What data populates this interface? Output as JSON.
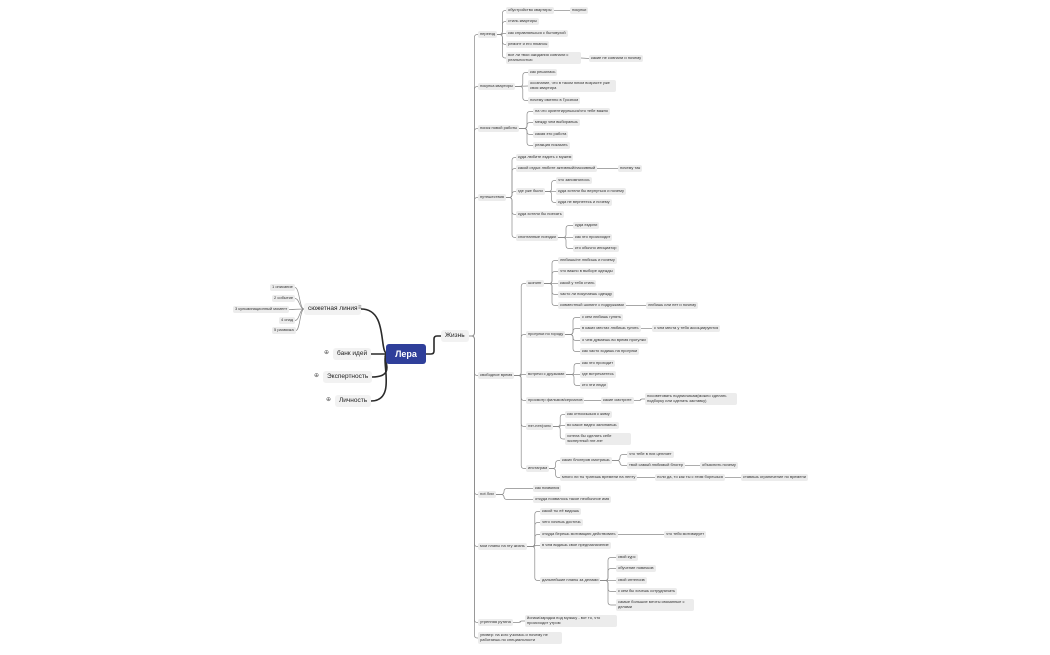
{
  "root": {
    "label": "Лера",
    "color": "#2f3f9a"
  },
  "left": {
    "story": {
      "label": "сюжетная линия",
      "children": [
        "1 описание",
        "2 событие",
        "3 кульминационный момент",
        "4 спад",
        "5 развязка"
      ]
    },
    "bank": {
      "label": "банк идей"
    },
    "expert": {
      "label": "Экспертность"
    },
    "personality": {
      "label": "Личность"
    }
  },
  "life": {
    "label": "Жизнь",
    "move": {
      "label": "переезд",
      "c1": "обустройство квартиры",
      "c1a": "покупки",
      "c2": "стиль квартиры",
      "c3": "как справляешься с бытовухой",
      "c4": "ремонт и его нюансы",
      "c5": "все ли твои ожидания совпали с реальностью",
      "c5a": "какие не совпали и почему"
    },
    "buy": {
      "label": "покупка квартиры",
      "c1": "как решилась",
      "c2": "осознание, что в таком юном возрасте уже своя квартира",
      "c3": "почему именно в Грозном"
    },
    "job": {
      "label": "поиск новой работы",
      "c1": "на что ориентируешься/что тебе важно",
      "c2": "между чем выбираешь",
      "c3": "какая это работа",
      "c4": "реакция показать"
    },
    "travel": {
      "label": "путешествия",
      "c1": "куда любите ездить с мужем",
      "c2": "какой отдых любите активный/пассивный",
      "c2a": "почему так",
      "c3": "где уже были",
      "c3a": "что запомнилось",
      "c3b": "куда хотели бы вернуться и почему",
      "c3c": "куда не вернетесь и почему",
      "c4": "куда хотели бы поехать",
      "c5": "спонтанные поездки",
      "c5a": "куда ездили",
      "c5b": "как это происходит",
      "c5c": "кто обычно инициатор"
    },
    "free": {
      "label": "свободное время",
      "shop": {
        "label": "шопинг",
        "c1": "любишь/не любишь и почему",
        "c2": "что важно в выборе одежды",
        "c3": "какой у тебя стиль",
        "c4": "часто ли покупаешь одежду",
        "c5": "совместный шопинг с подружками",
        "c5a": "любишь или нет и почему"
      },
      "walk": {
        "label": "прогулки по городу",
        "c1": "с кем любишь гулять",
        "c2": "в каких местах любишь гулять",
        "c2a": "с чем места у тебя ассоциируются",
        "c3": "о чем думаешь во время прогулки",
        "c4": "как часто ходишь на прогулки"
      },
      "friends": {
        "label": "встречи с друзьями",
        "c1": "как это проходит",
        "c2": "где встречаетесь",
        "c3": "кто эти люди"
      },
      "films": {
        "label": "просмотр фильмов/сериалов",
        "c1": "какие смотрите",
        "c1a": "посоветовать подписчикам(можно сделать подборку или сделать заставку)"
      },
      "pets": {
        "label": "пэт-пэт/рилс",
        "c1": "как относишься к жиму",
        "c2": "во какое видео залипаешь",
        "c3": "хотела бы сделать себе экспертный пэт-пэт"
      },
      "insta": {
        "label": "инстаграм",
        "c1": "каких блогеров смотришь",
        "c1a": "что тебе в них цепляет",
        "c1b": "твой самый любимый блогер",
        "c1b1": "объяснить почему",
        "c2": "много ли ты тратишь времени на ленту",
        "c2a": "если да, то как ты с этим борешься",
        "c2b": "ставишь ограничение по времени"
      }
    },
    "notme": {
      "label": "not Лии",
      "c1": "как появился",
      "c2": "откуда появилось такое необычное имя"
    },
    "plans": {
      "label": "мои планы на эту жизнь",
      "c1": "какой ты её видишь",
      "c2": "чего хочешь достичь",
      "c3": "откуда берешь мотивацию действовать",
      "c3a": "что тебя мотивирует",
      "c4": "в чем видишь свое предназначение",
      "c5": "дальнейшие планы за делами",
      "c5a": "свой курс",
      "c5b": "обучение новичков",
      "c5c": "свой интенсив",
      "c5d": "с кем бы хочешь сотрудничать",
      "c5e": "самые большие мечты связанные с делами"
    },
    "morning": {
      "label": "утренняя рутина",
      "c1": "йогики/зарядка под музыку - вот то, что происходит утром"
    },
    "univ": {
      "label": "универ: на кого училась и почему не работаешь по специальности"
    }
  }
}
